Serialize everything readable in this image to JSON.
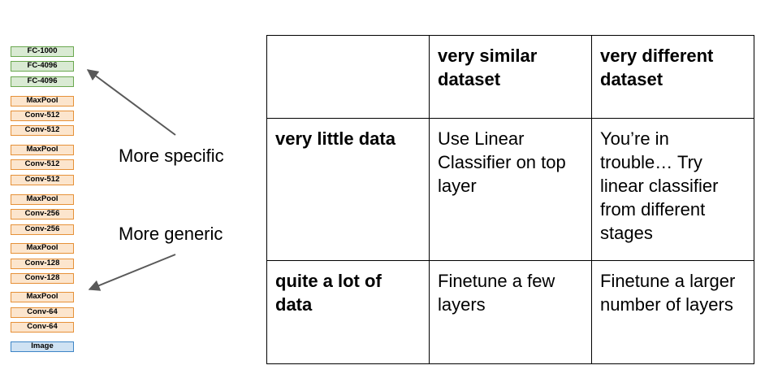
{
  "network": {
    "layers": [
      {
        "label": "FC-1000",
        "kind": "fc"
      },
      {
        "label": "FC-4096",
        "kind": "fc"
      },
      {
        "label": "FC-4096",
        "kind": "fc"
      },
      {
        "label": "MaxPool",
        "kind": "pool"
      },
      {
        "label": "Conv-512",
        "kind": "conv"
      },
      {
        "label": "Conv-512",
        "kind": "conv"
      },
      {
        "label": "MaxPool",
        "kind": "pool"
      },
      {
        "label": "Conv-512",
        "kind": "conv"
      },
      {
        "label": "Conv-512",
        "kind": "conv"
      },
      {
        "label": "MaxPool",
        "kind": "pool"
      },
      {
        "label": "Conv-256",
        "kind": "conv"
      },
      {
        "label": "Conv-256",
        "kind": "conv"
      },
      {
        "label": "MaxPool",
        "kind": "pool"
      },
      {
        "label": "Conv-128",
        "kind": "conv"
      },
      {
        "label": "Conv-128",
        "kind": "conv"
      },
      {
        "label": "MaxPool",
        "kind": "pool"
      },
      {
        "label": "Conv-64",
        "kind": "conv"
      },
      {
        "label": "Conv-64",
        "kind": "conv"
      },
      {
        "label": "Image",
        "kind": "input"
      }
    ],
    "colors": {
      "fc_border": "#6aa84f",
      "fc_fill": "#d9ead3",
      "conv_border": "#e69138",
      "conv_fill": "#fce5cd",
      "input_border": "#3d85c6",
      "input_fill": "#cfe2f3",
      "arrow": "#595959"
    }
  },
  "annotations": {
    "specific": "More specific",
    "generic": "More generic"
  },
  "table": {
    "columns": [
      "",
      "very similar dataset",
      "very different dataset"
    ],
    "rows": [
      {
        "label": "very little data",
        "similar": "Use Linear Classifier on top layer",
        "different": "You’re in trouble… Try linear classifier from different stages"
      },
      {
        "label": "quite a lot of data",
        "similar": "Finetune a few layers",
        "different": "Finetune a larger number of layers"
      }
    ]
  }
}
